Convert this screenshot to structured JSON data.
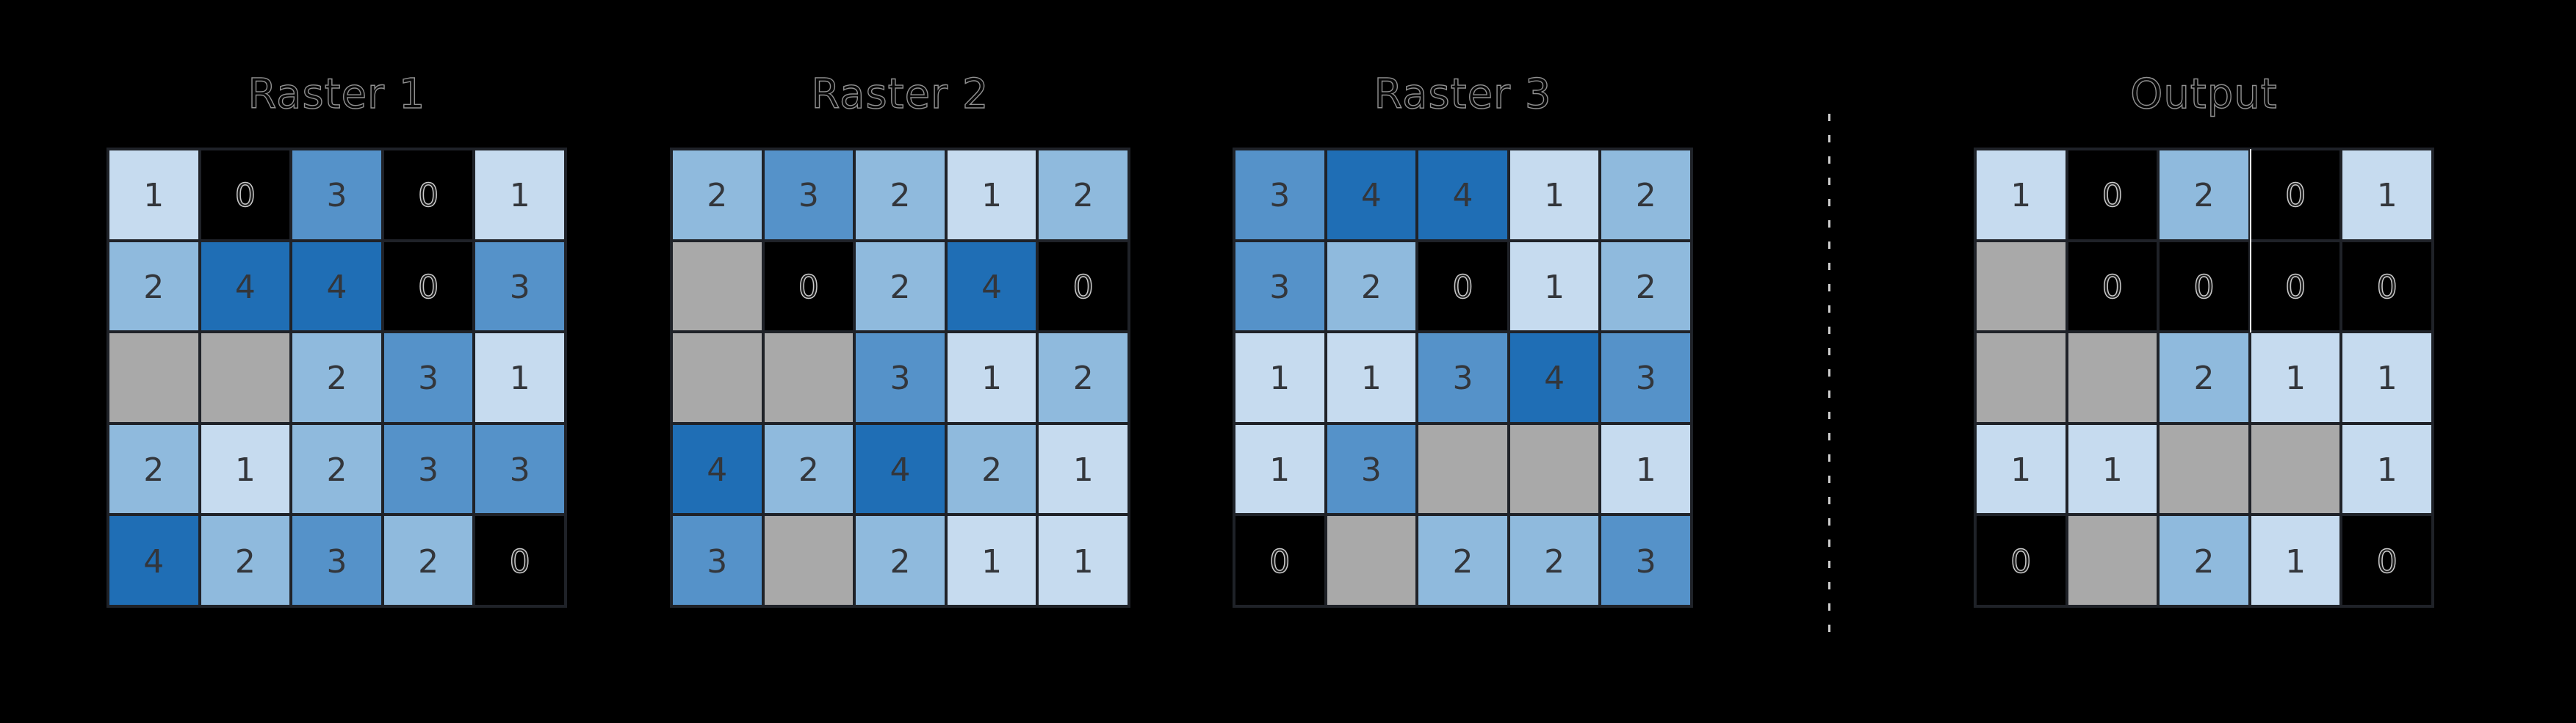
{
  "figure": {
    "kind": "raster-map-algebra-diagram",
    "grid_rows": 5,
    "grid_cols": 5
  },
  "grids": [
    {
      "id": "raster-1",
      "title": "Raster 1",
      "rows": [
        [
          1,
          0,
          3,
          0,
          1
        ],
        [
          2,
          4,
          4,
          0,
          3
        ],
        [
          null,
          null,
          2,
          3,
          1
        ],
        [
          2,
          1,
          2,
          3,
          3
        ],
        [
          4,
          2,
          3,
          2,
          0
        ]
      ]
    },
    {
      "id": "raster-2",
      "title": "Raster 2",
      "rows": [
        [
          2,
          3,
          2,
          1,
          2
        ],
        [
          null,
          0,
          2,
          4,
          0
        ],
        [
          null,
          null,
          3,
          1,
          2
        ],
        [
          4,
          2,
          4,
          2,
          1
        ],
        [
          3,
          null,
          2,
          1,
          1
        ]
      ]
    },
    {
      "id": "raster-3",
      "title": "Raster 3",
      "rows": [
        [
          3,
          4,
          4,
          1,
          2
        ],
        [
          3,
          2,
          0,
          1,
          2
        ],
        [
          1,
          1,
          3,
          4,
          3
        ],
        [
          1,
          3,
          null,
          null,
          1
        ],
        [
          0,
          null,
          2,
          2,
          3
        ]
      ]
    },
    {
      "id": "output",
      "title": "Output",
      "rows": [
        [
          1,
          0,
          2,
          0,
          1
        ],
        [
          null,
          0,
          0,
          0,
          0
        ],
        [
          null,
          null,
          2,
          1,
          1
        ],
        [
          1,
          1,
          null,
          null,
          1
        ],
        [
          0,
          null,
          2,
          1,
          0
        ]
      ]
    }
  ],
  "palette": {
    "v0": "#000000",
    "v1": "#c6dbef",
    "v2": "#8fbadd",
    "v3": "#5592c9",
    "v4": "#1f6eb5",
    "nodata": "#a9a9a9"
  },
  "colors": {
    "background": "#000000",
    "cell_border": "#1f2228",
    "number_text": "#33363b",
    "zero_text_stroke": "#c9c9c9",
    "title_text_stroke": "#909090",
    "divider_dash": "#cfcfcf",
    "edge_artifact_line": "#ffffff"
  }
}
